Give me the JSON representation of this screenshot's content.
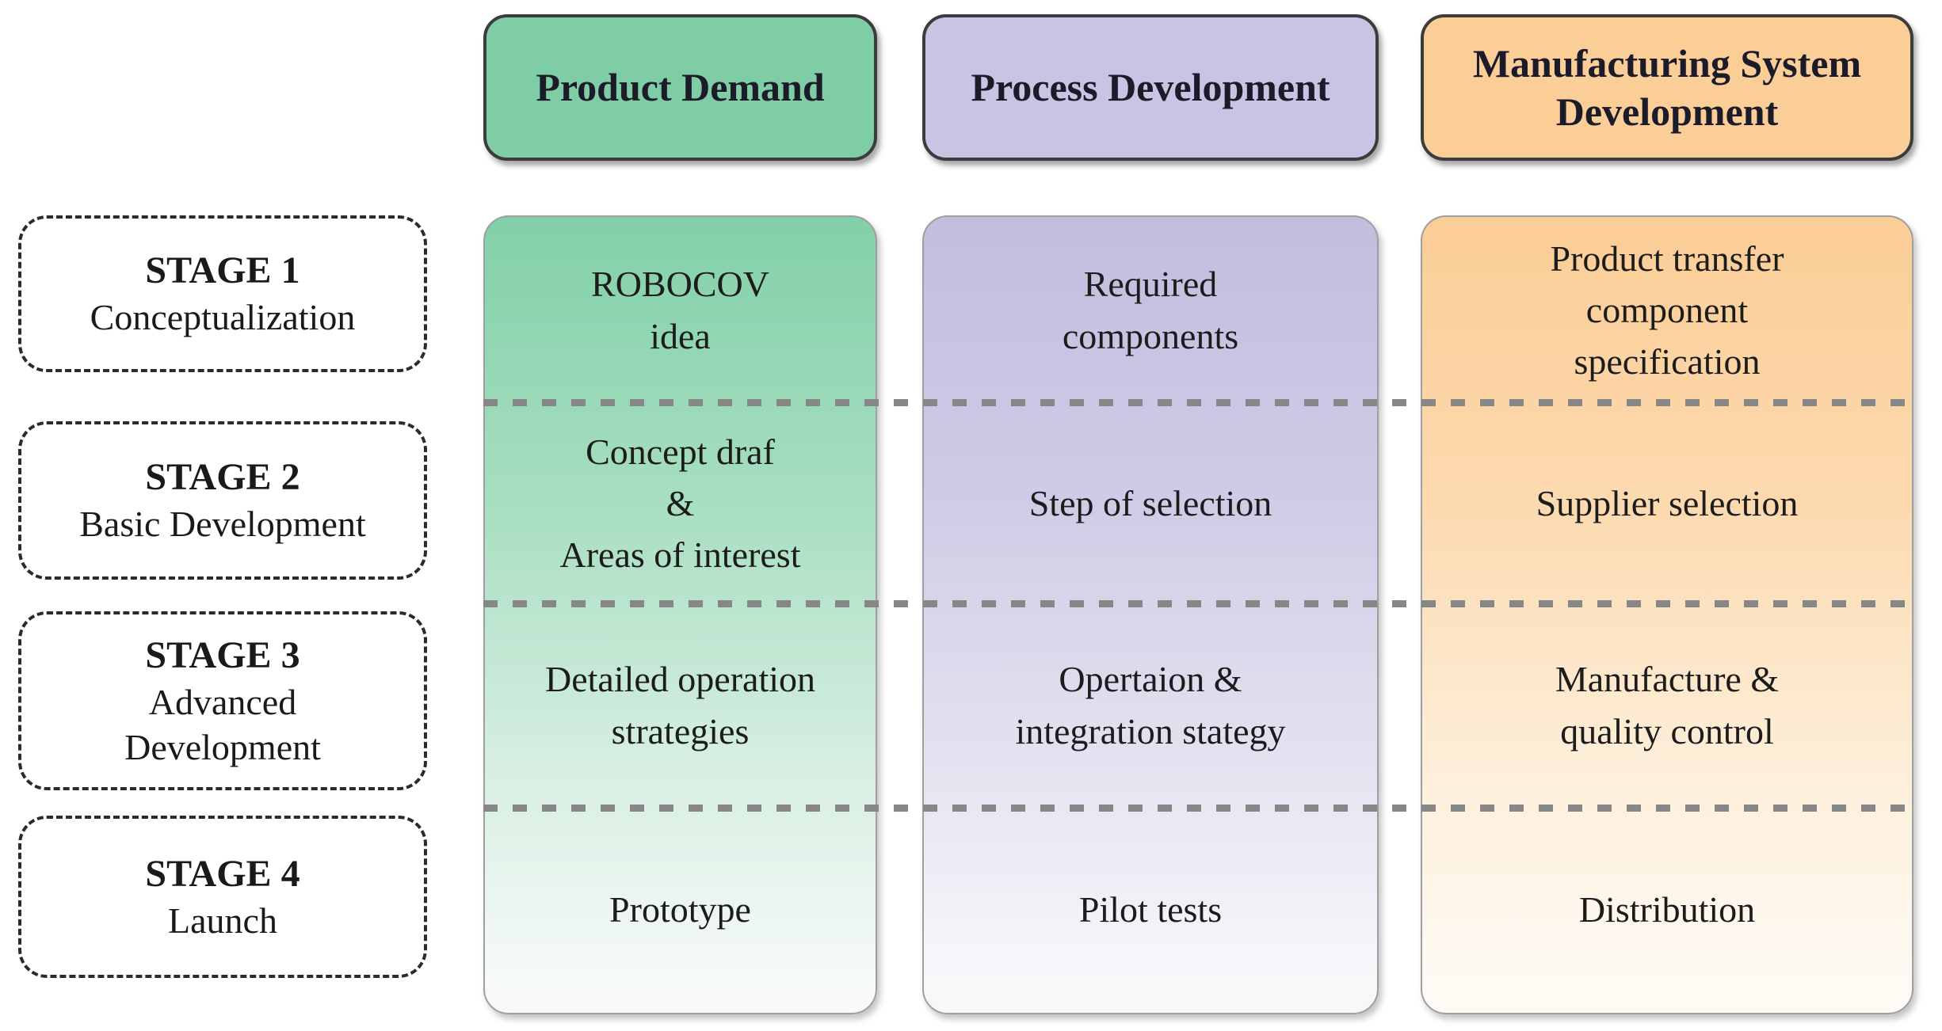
{
  "title": "Product development stage-gate diagram",
  "columns": [
    {
      "id": "product-demand",
      "header": "Product Demand",
      "header_color": "#7fcda4",
      "gradient_top_color": "#82d0a8",
      "cells": [
        "ROBOCOV\nidea",
        "Concept draf\n&\nAreas of interest",
        "Detailed operation\nstrategies",
        "Prototype"
      ]
    },
    {
      "id": "process-development",
      "header": "Process Development",
      "header_color": "#c9c4e3",
      "gradient_top_color": "#c2bdde",
      "cells": [
        "Required\ncomponents",
        "Step of selection",
        "Opertaion &\nintegration stategy",
        "Pilot tests"
      ]
    },
    {
      "id": "manufacturing-system-development",
      "header": "Manufacturing System\nDevelopment",
      "header_color": "#fcce97",
      "gradient_top_color": "#fbcd96",
      "cells": [
        "Product transfer\ncomponent\nspecification",
        "Supplier selection",
        "Manufacture &\nquality control",
        "Distribution"
      ]
    }
  ],
  "stages": [
    {
      "title": "STAGE 1",
      "subtitle": "Conceptualization"
    },
    {
      "title": "STAGE 2",
      "subtitle": "Basic Development"
    },
    {
      "title": "STAGE 3",
      "subtitle": "Advanced Development"
    },
    {
      "title": "STAGE 4",
      "subtitle": "Launch"
    }
  ],
  "colors": {
    "separator_dash": "#878787",
    "stage_border": "#2b2b2b",
    "header_border": "#3c3c3c",
    "text": "#1c1c1c"
  }
}
